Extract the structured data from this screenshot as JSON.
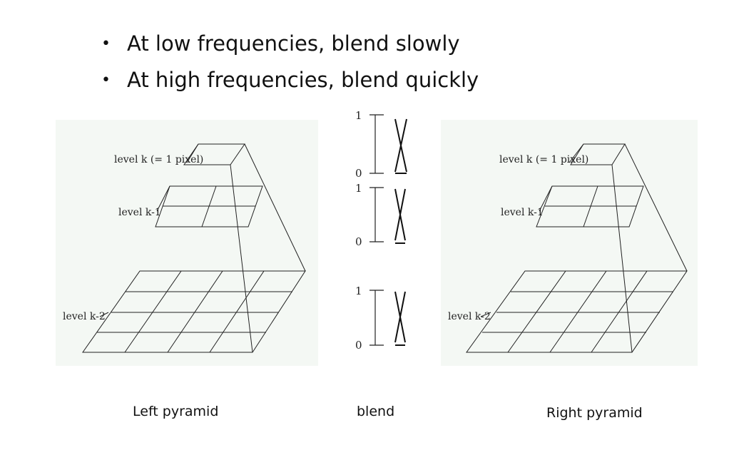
{
  "bullets": [
    "At low frequencies, blend slowly",
    "At high frequencies, blend quickly"
  ],
  "left_pyramid": {
    "level_labels": [
      "level k (= 1 pixel)",
      "level k-1",
      "level k-2"
    ],
    "caption": "Left pyramid"
  },
  "blend": {
    "axes": [
      {
        "top_label": "1",
        "bottom_label": "0"
      },
      {
        "top_label": "1",
        "bottom_label": "0"
      },
      {
        "top_label": "1",
        "bottom_label": "0"
      }
    ],
    "caption": "blend"
  },
  "right_pyramid": {
    "level_labels": [
      "level k (= 1 pixel)",
      "level k-1",
      "level k-2"
    ],
    "caption": "Right pyramid"
  }
}
